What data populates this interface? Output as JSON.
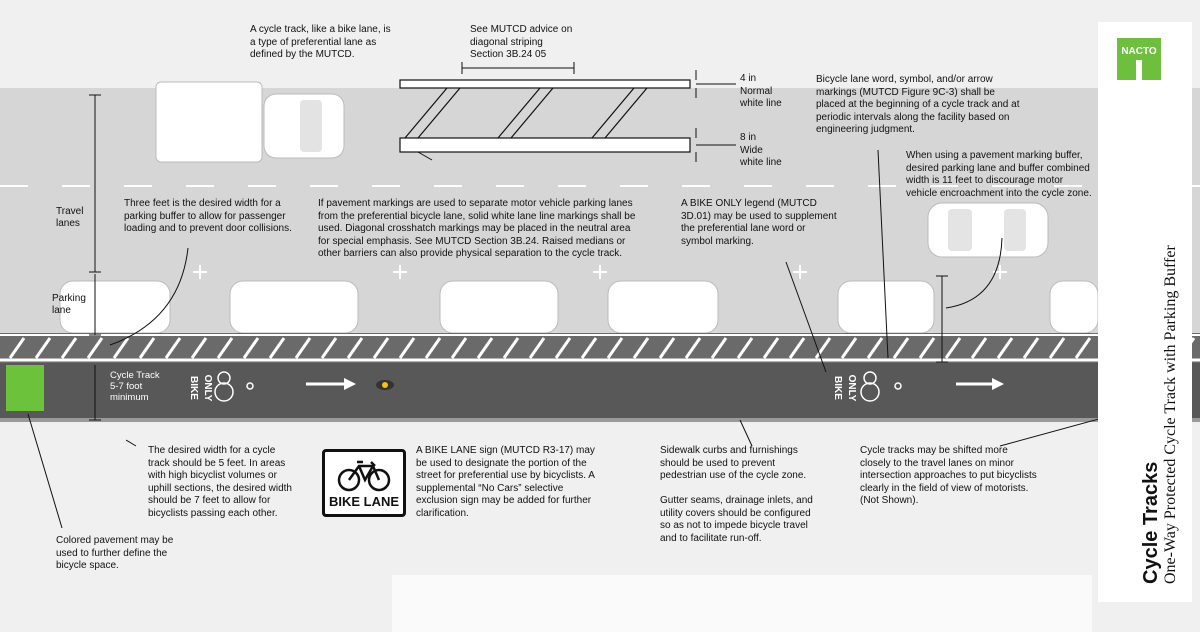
{
  "title": {
    "main": "Cycle Tracks",
    "subtitle": "One-Way Protected Cycle Track with Parking Buffer"
  },
  "logo": {
    "text": "NACTO"
  },
  "side_labels": {
    "travel": "Travel\nlanes",
    "parking": "Parking\nlane",
    "cycle": "Cycle Track\n5-7 foot\nminimum"
  },
  "pavement_legends": {
    "only": "ONLY",
    "bike": "BIKE"
  },
  "sign": {
    "text": "BIKE LANE"
  },
  "callouts": {
    "preferential": "A cycle track, like a bike lane, is\na type of preferential lane as\ndefined by the MUTCD.",
    "diagonal": "See MUTCD advice on\ndiagonal striping\nSection 3B.24 05",
    "normal_line": "4 in\nNormal\nwhite line",
    "wide_line": "8 in\nWide\nwhite line",
    "markings": "Bicycle lane word, symbol, and/or arrow\nmarkings (MUTCD Figure 9C-3) shall be\nplaced at the beginning of a cycle track and at\nperiodic intervals along the facility based on\nengineering judgment.",
    "buffer_width": "When using a pavement marking buffer,\ndesired parking lane and buffer combined\nwidth is 11 feet to discourage motor\nvehicle encroachment into the cycle zone.",
    "three_feet": "Three feet is the desired width for a\nparking buffer to allow for passenger\nloading and to prevent door collisions.",
    "pavement_markings": "If pavement markings are used to separate motor vehicle parking lanes\nfrom the preferential bicycle lane, solid white lane line markings shall be\nused. Diagonal crosshatch markings may be placed in the neutral area\nfor special emphasis.  See MUTCD Section 3B.24. Raised medians or\nother barriers can also provide physical separation to the cycle track.",
    "bike_only": "A BIKE ONLY legend (MUTCD\n3D.01) may be used to supplement\nthe preferential lane word or\nsymbol marking.",
    "desired_width": "The desired width for a cycle\ntrack should be 5 feet. In areas\nwith high bicyclist volumes or\nuphill sections, the desired width\nshould be 7 feet to allow for\nbicyclists passing each other.",
    "sign_note": "A BIKE LANE sign (MUTCD R3-17) may\nbe used to designate the portion of the\nstreet for preferential use by bicyclists. A\nsupplemental “No Cars” selective\nexclusion sign may be added for further\nclarification.",
    "sidewalk": "Sidewalk curbs and furnishings\nshould be used to prevent\npedestrian use of the cycle zone.",
    "gutter": "Gutter seams, drainage inlets, and\nutility covers should be configured\nso as not to impede bicycle travel\nand to facilitate run-off.",
    "shifted": "Cycle tracks may be shifted more\nclosely to the travel lanes on minor\nintersection approaches to put bicyclists\nclearly in the field of view of motorists.\n(Not Shown).",
    "colored": "Colored pavement may be\nused to further define the\nbicycle space."
  },
  "colors": {
    "road": "#d4d4d4",
    "cycle_track": "#5a5a5a",
    "colored_pavement": "#6cc23a",
    "sidewalk": "#f0f0f0",
    "logo": "#6fbf3f"
  }
}
